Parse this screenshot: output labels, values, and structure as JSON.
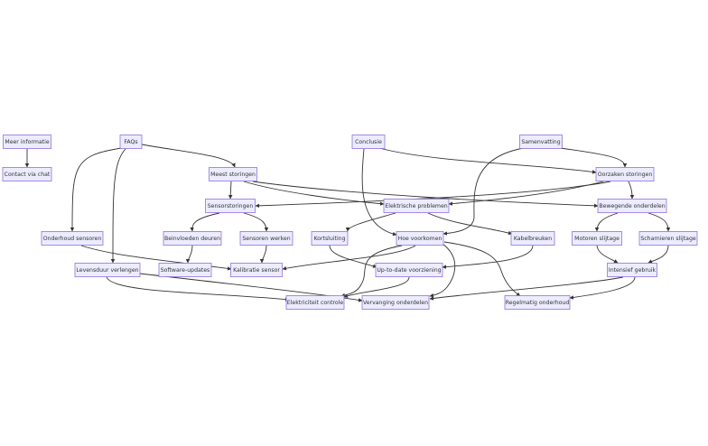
{
  "diagram": {
    "style": {
      "node_fill": "#ECECFF",
      "node_stroke": "#9370DB",
      "edge_color": "#333333",
      "text_color": "#333333"
    },
    "nodes": [
      {
        "id": "meer_info",
        "label": "Meer informatie"
      },
      {
        "id": "contact_chat",
        "label": "Contact via chat"
      },
      {
        "id": "faqs",
        "label": "FAQs"
      },
      {
        "id": "meest_storingen",
        "label": "Meest storingen"
      },
      {
        "id": "sensorstoringen",
        "label": "Sensorstoringen"
      },
      {
        "id": "onderhoud_sensoren",
        "label": "Onderhoud sensoren"
      },
      {
        "id": "beinvloeden_deuren",
        "label": "Beinvloeden deuren"
      },
      {
        "id": "sensoren_werken",
        "label": "Sensoren werken"
      },
      {
        "id": "levensduur_verlengen",
        "label": "Levensduur verlengen"
      },
      {
        "id": "software_updates",
        "label": "Software-updates"
      },
      {
        "id": "kalibratie_sensor",
        "label": "Kalibratie sensor"
      },
      {
        "id": "conclusie",
        "label": "Conclusie"
      },
      {
        "id": "samenvatting",
        "label": "Samenvatting"
      },
      {
        "id": "oorzaken_storingen",
        "label": "Oorzaken storingen"
      },
      {
        "id": "elektrische_problemen",
        "label": "Elektrische problemen"
      },
      {
        "id": "bewegende_onderdelen",
        "label": "Bewegende onderdelen"
      },
      {
        "id": "kortsluiting",
        "label": "Kortsluiting"
      },
      {
        "id": "hoe_voorkomen",
        "label": "Hoe voorkomen"
      },
      {
        "id": "kabelbreuken",
        "label": "Kabelbreuken"
      },
      {
        "id": "motoren_slijtage",
        "label": "Motoren slijtage"
      },
      {
        "id": "scharnieren_slijtage",
        "label": "Scharnieren slijtage"
      },
      {
        "id": "up_to_date",
        "label": "Up-to-date voorziening"
      },
      {
        "id": "intensief_gebruik",
        "label": "Intensief gebruik"
      },
      {
        "id": "elektriciteit_controle",
        "label": "Elektriciteit controle"
      },
      {
        "id": "vervanging_onderdelen",
        "label": "Vervanging onderdelen"
      },
      {
        "id": "regelmatig_onderhoud",
        "label": "Regelmatig onderhoud"
      }
    ],
    "edges": [
      {
        "from": "meer_info",
        "to": "contact_chat"
      },
      {
        "from": "faqs",
        "to": "onderhoud_sensoren"
      },
      {
        "from": "faqs",
        "to": "levensduur_verlengen"
      },
      {
        "from": "faqs",
        "to": "meest_storingen"
      },
      {
        "from": "meest_storingen",
        "to": "sensorstoringen"
      },
      {
        "from": "meest_storingen",
        "to": "elektrische_problemen"
      },
      {
        "from": "meest_storingen",
        "to": "bewegende_onderdelen"
      },
      {
        "from": "sensorstoringen",
        "to": "beinvloeden_deuren"
      },
      {
        "from": "sensorstoringen",
        "to": "sensoren_werken"
      },
      {
        "from": "beinvloeden_deuren",
        "to": "software_updates"
      },
      {
        "from": "sensoren_werken",
        "to": "kalibratie_sensor"
      },
      {
        "from": "onderhoud_sensoren",
        "to": "kalibratie_sensor"
      },
      {
        "from": "conclusie",
        "to": "oorzaken_storingen"
      },
      {
        "from": "conclusie",
        "to": "hoe_voorkomen"
      },
      {
        "from": "samenvatting",
        "to": "oorzaken_storingen"
      },
      {
        "from": "samenvatting",
        "to": "hoe_voorkomen"
      },
      {
        "from": "oorzaken_storingen",
        "to": "sensorstoringen"
      },
      {
        "from": "oorzaken_storingen",
        "to": "elektrische_problemen"
      },
      {
        "from": "oorzaken_storingen",
        "to": "bewegende_onderdelen"
      },
      {
        "from": "elektrische_problemen",
        "to": "kortsluiting"
      },
      {
        "from": "elektrische_problemen",
        "to": "kabelbreuken"
      },
      {
        "from": "bewegende_onderdelen",
        "to": "motoren_slijtage"
      },
      {
        "from": "bewegende_onderdelen",
        "to": "scharnieren_slijtage"
      },
      {
        "from": "kortsluiting",
        "to": "up_to_date"
      },
      {
        "from": "kabelbreuken",
        "to": "up_to_date"
      },
      {
        "from": "motoren_slijtage",
        "to": "intensief_gebruik"
      },
      {
        "from": "scharnieren_slijtage",
        "to": "intensief_gebruik"
      },
      {
        "from": "hoe_voorkomen",
        "to": "kalibratie_sensor"
      },
      {
        "from": "hoe_voorkomen",
        "to": "elektriciteit_controle"
      },
      {
        "from": "hoe_voorkomen",
        "to": "vervanging_onderdelen"
      },
      {
        "from": "hoe_voorkomen",
        "to": "regelmatig_onderhoud"
      },
      {
        "from": "levensduur_verlengen",
        "to": "elektriciteit_controle"
      },
      {
        "from": "levensduur_verlengen",
        "to": "vervanging_onderdelen"
      },
      {
        "from": "up_to_date",
        "to": "elektriciteit_controle"
      },
      {
        "from": "intensief_gebruik",
        "to": "vervanging_onderdelen"
      },
      {
        "from": "intensief_gebruik",
        "to": "regelmatig_onderhoud"
      }
    ]
  }
}
